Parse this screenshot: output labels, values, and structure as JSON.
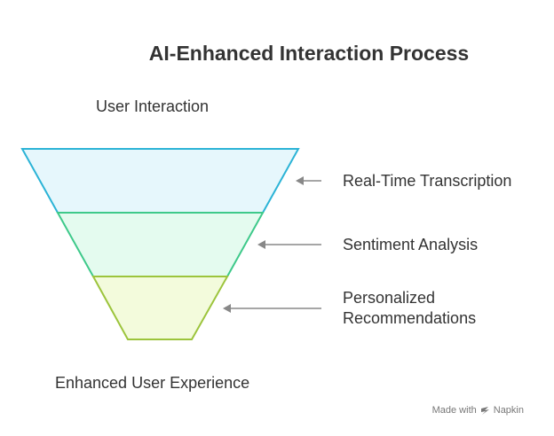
{
  "title": "AI-Enhanced Interaction Process",
  "input_label": "User Interaction",
  "output_label": "Enhanced User Experience",
  "stages": [
    {
      "lines": [
        "Real-Time Transcription"
      ],
      "fill": "#e6f7fc",
      "stroke": "#2bb3d6"
    },
    {
      "lines": [
        "Sentiment Analysis"
      ],
      "fill": "#e4fbef",
      "stroke": "#3ec98a"
    },
    {
      "lines": [
        "Personalized",
        "Recommendations"
      ],
      "fill": "#f3fbdc",
      "stroke": "#9cc43c"
    }
  ],
  "arrow_color": "#888888",
  "footer": {
    "made_with": "Made with",
    "brand": "Napkin",
    "brand_icon": "napkin-logo-icon"
  }
}
